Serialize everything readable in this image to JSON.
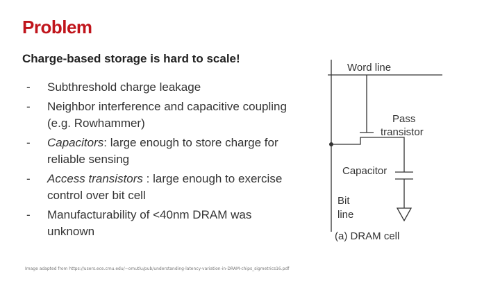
{
  "slide": {
    "title": "Problem",
    "subtitle": "Charge-based storage is hard to scale!",
    "bullets": [
      {
        "dash": "-",
        "text": "Subthreshold charge leakage"
      },
      {
        "dash": "-",
        "text": "Neighbor interference and capacitive coupling (e.g. Rowhammer)"
      },
      {
        "dash": "-",
        "em": "Capacitors",
        "text": ": large enough to store charge for reliable sensing"
      },
      {
        "dash": "-",
        "em": "Access transistors",
        "text": " : large enough to exercise control over bit cell"
      },
      {
        "dash": "-",
        "text": "Manufacturability of <40nm DRAM was unknown"
      }
    ],
    "caption": "Image adapted from https://users.ece.cmu.edu/~omutlu/pub/understanding-latency-variation-in-DRAM-chips_sigmetrics16.pdf"
  },
  "diagram": {
    "word_line": "Word line",
    "pass": "Pass",
    "transistor": "transistor",
    "capacitor": "Capacitor",
    "bit": "Bit",
    "line": "line",
    "caption": "(a) DRAM cell"
  },
  "colors": {
    "title": "#c0141b",
    "text": "#222222"
  }
}
